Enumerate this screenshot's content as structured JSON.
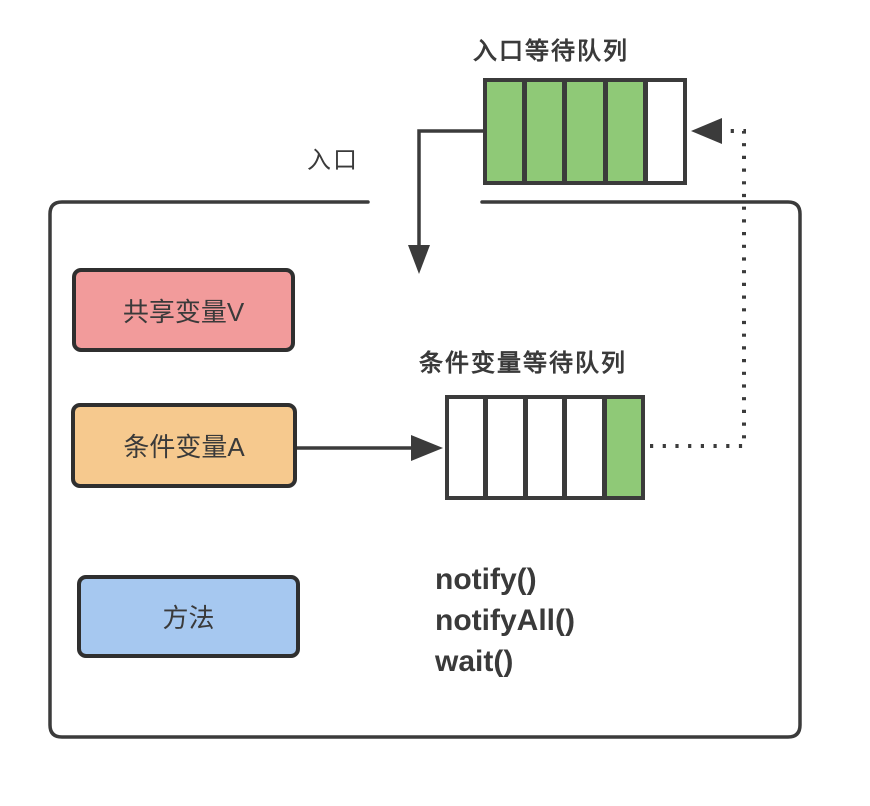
{
  "colors": {
    "line": "#3B3B3B",
    "text": "#3A3A3A",
    "green": "#8FC977",
    "white": "#FFFFFF",
    "red": "#F29B9B",
    "orange": "#F6C98E",
    "blue": "#A6C8F0",
    "bg": "#FFFFFF"
  },
  "labels": {
    "entry": "入口"
  },
  "queues": {
    "entry": {
      "label": "入口等待队列",
      "cells": [
        "green",
        "green",
        "green",
        "green",
        "white"
      ]
    },
    "condition": {
      "label": "条件变量等待队列",
      "cells": [
        "white",
        "white",
        "white",
        "white",
        "green"
      ]
    }
  },
  "boxes": {
    "shared_variable": {
      "label": "共享变量V",
      "fill": "#F29B9B"
    },
    "condition_variable": {
      "label": "条件变量A",
      "fill": "#F6C98E"
    },
    "method": {
      "label": "方法",
      "fill": "#A6C8F0"
    }
  },
  "methods": [
    "notify()",
    "notifyAll()",
    "wait()"
  ]
}
